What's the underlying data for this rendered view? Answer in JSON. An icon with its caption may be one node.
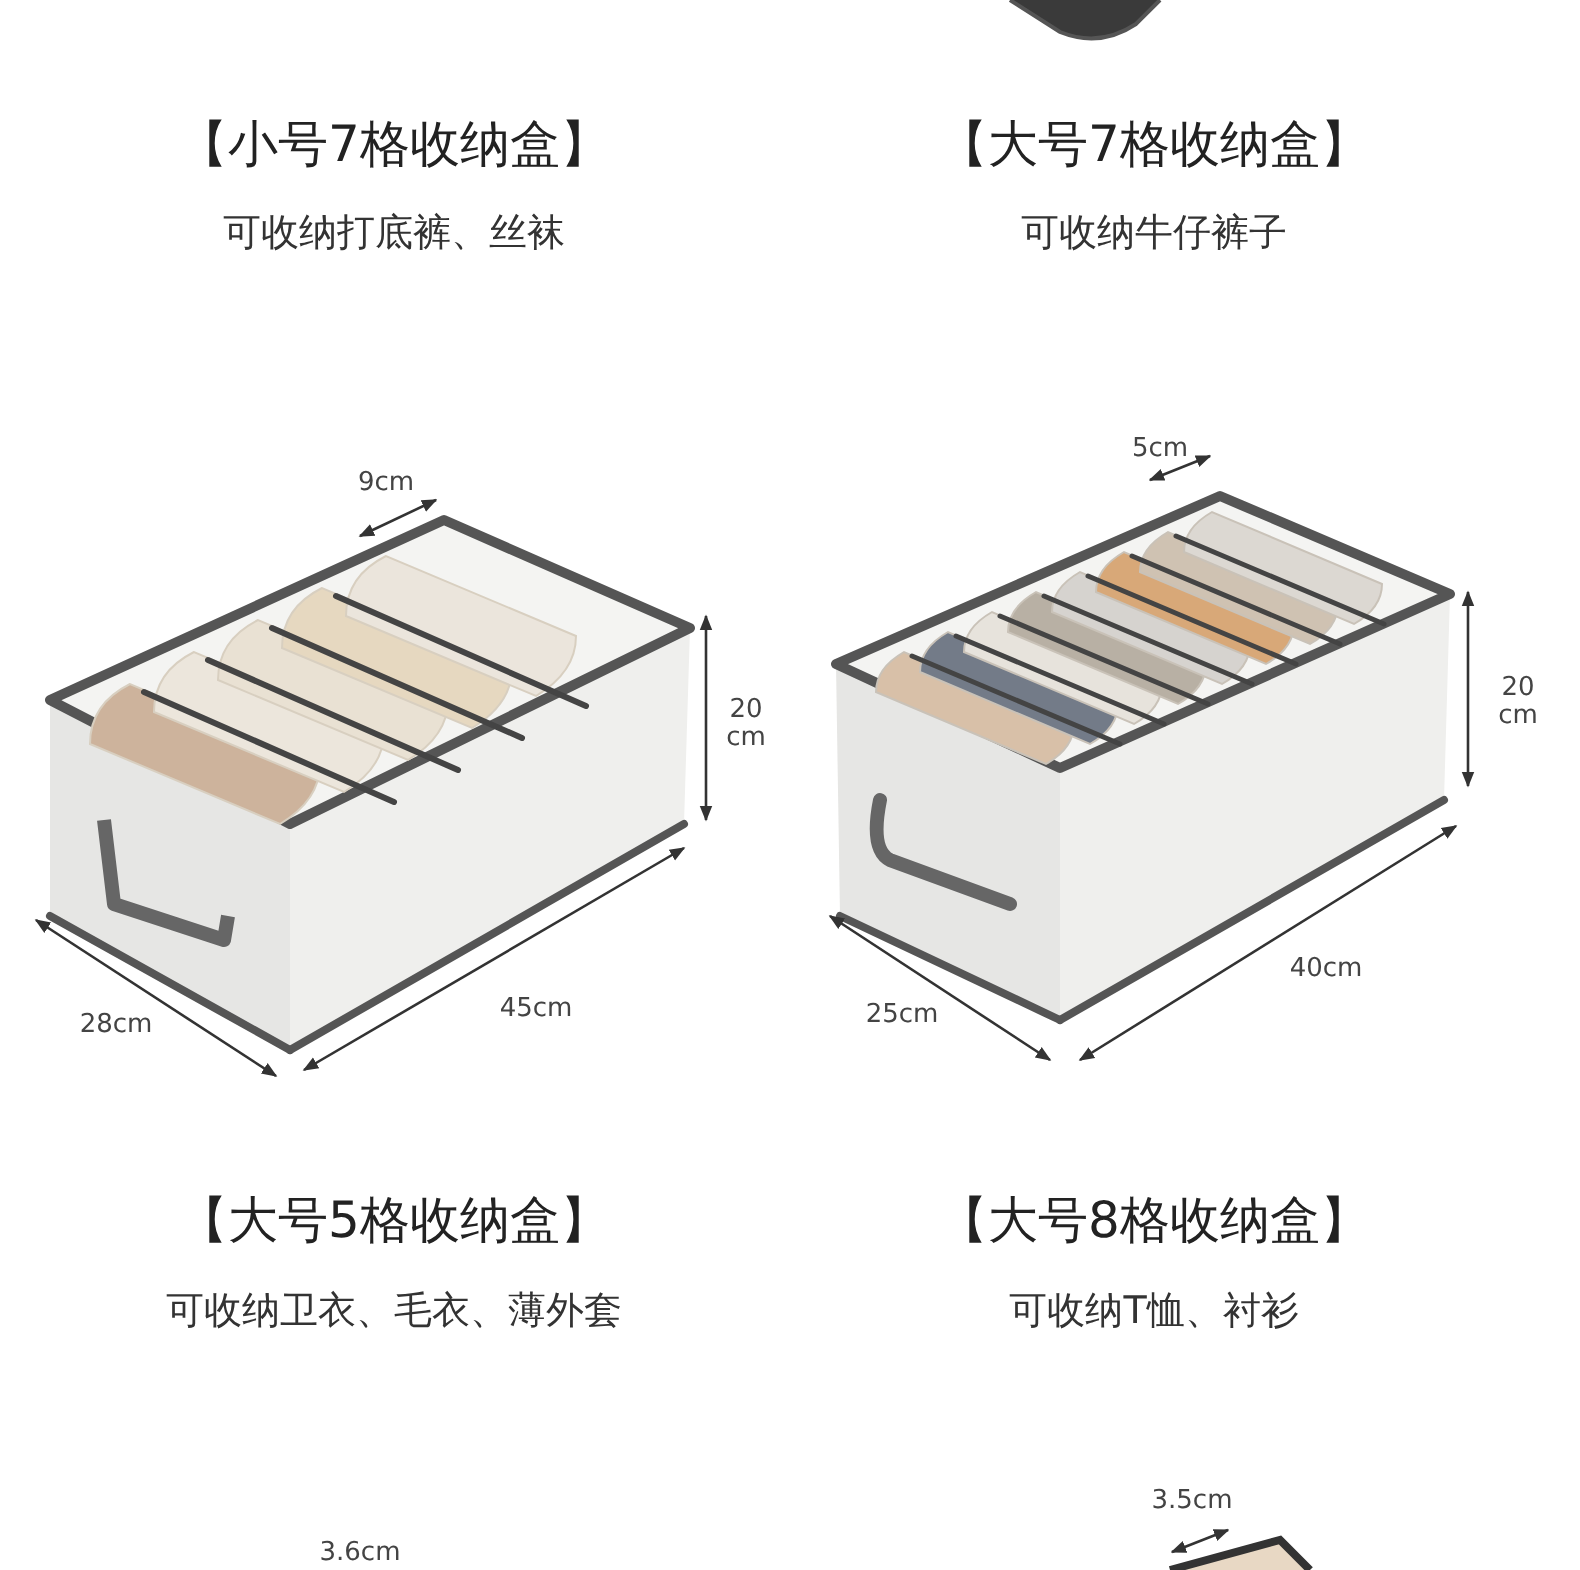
{
  "diagram": {
    "labels": [
      "【小号7格收纳盒】",
      "【大号7格收纳盒】",
      "可收纳打底裤、丝袜",
      "可收纳牛仔裤子",
      "9cm",
      "5cm",
      "20 cm",
      "20 cm",
      "28cm",
      "45cm",
      "25cm",
      "40cm",
      "【大号5格收纳盒】",
      "【大号8格收纳盒】",
      "可收纳卫衣、毛衣、薄外套",
      "可收纳T恤、衬衫",
      "3.5cm",
      "3.6cm"
    ]
  }
}
